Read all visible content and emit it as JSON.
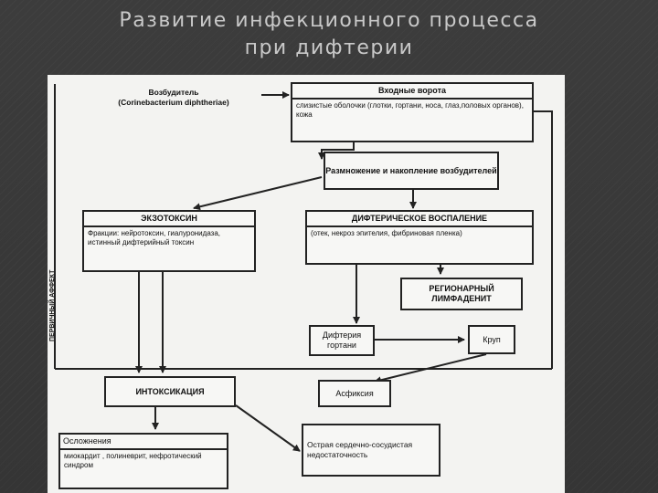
{
  "title": {
    "line1": "Развитие инфекционного процесса",
    "line2": "при дифтерии"
  },
  "diagram": {
    "side_label": "ПЕРВИЧНЫЙ АФФЕКТ",
    "pathogen": {
      "title": "Возбудитель",
      "subtitle": "(Corinebacterium diphtheriae)"
    },
    "entry_gate": {
      "title": "Входные ворота",
      "body": "слизистые оболочки (глотки, гортани, носа, глаз,половых органов), кожа"
    },
    "multiplication": "Размножение и накопление возбудителей",
    "exotoxin": {
      "title": "ЭКЗОТОКСИН",
      "body": "Фракции: нейротоксин, гиалуронидаза, истинный дифтерийный токсин"
    },
    "inflammation": {
      "title": "ДИФТЕРИЧЕСКОЕ ВОСПАЛЕНИЕ",
      "body": "(отек, некроз эпителия, фибриновая пленка)"
    },
    "lymphadenitis": "РЕГИОНАРНЫЙ ЛИМФАДЕНИТ",
    "larynx": "Дифтерия гортани",
    "croup": "Круп",
    "asphyxia": "Асфиксия",
    "intoxication": "ИНТОКСИКАЦИЯ",
    "complications": {
      "title": "Осложнения",
      "body": "миокардит , полиневрит, нефротический синдром"
    },
    "cardio": "Острая сердечно-сосудистая недостаточность"
  }
}
